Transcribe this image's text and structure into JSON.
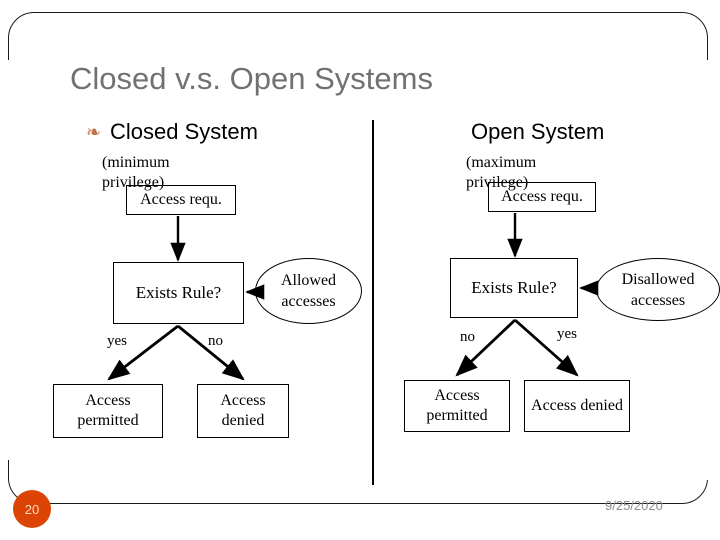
{
  "slide": {
    "title": "Closed v.s. Open Systems",
    "footer_date": "9/25/2020",
    "slide_number": "20",
    "accent_color": "#dc4405",
    "title_color": "#717171",
    "bullet_color": "#c0714a",
    "bullet_icon": "floral-heart-bullet",
    "bullet_glyph": "❧"
  },
  "closed": {
    "heading": "Closed System",
    "subnote": "(minimum privilege)",
    "request_box": "Access requ.",
    "decision_box": "Exists Rule?",
    "source_ellipse": "Allowed accesses",
    "branch_left_label": "yes",
    "branch_right_label": "no",
    "outcome_left": "Access permitted",
    "outcome_right": "Access denied"
  },
  "open": {
    "heading": "Open System",
    "subnote": "(maximum privilege)",
    "request_box": "Access requ.",
    "decision_box": "Exists Rule?",
    "source_ellipse": "Disallowed accesses",
    "branch_left_label": "no",
    "branch_right_label": "yes",
    "outcome_left": "Access permitted",
    "outcome_right": "Access denied"
  }
}
